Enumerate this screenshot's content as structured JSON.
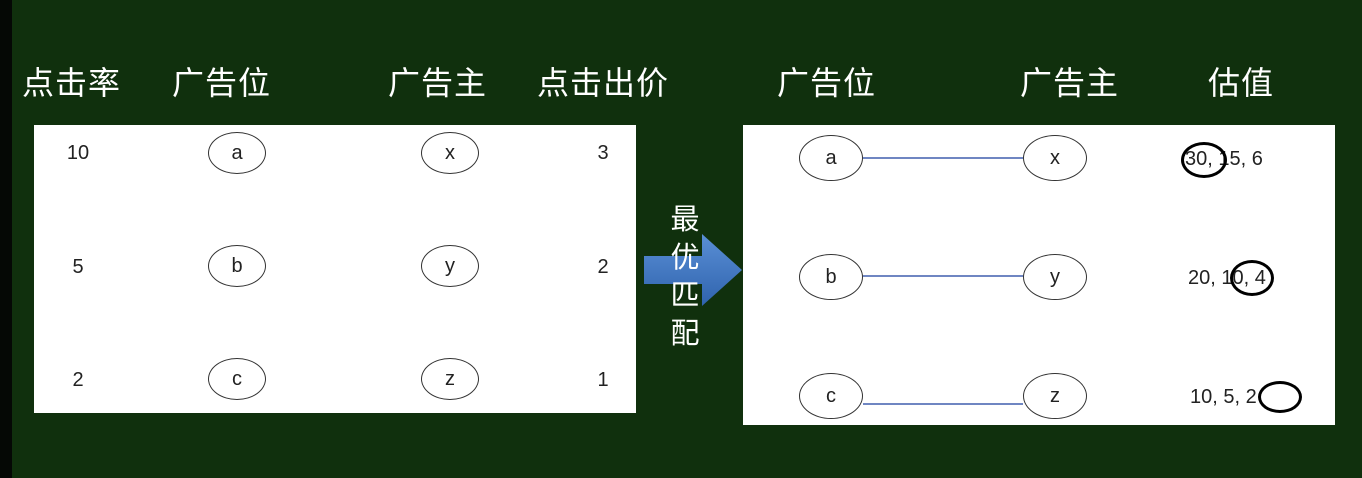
{
  "headers_left": [
    "点击率",
    "广告位",
    "广告主",
    "点击出价"
  ],
  "headers_right": [
    "广告位",
    "广告主",
    "估值"
  ],
  "left_table": {
    "rows": [
      {
        "ctr": "10",
        "slot": "a",
        "advertiser": "x",
        "bid": "3"
      },
      {
        "ctr": "5",
        "slot": "b",
        "advertiser": "y",
        "bid": "2"
      },
      {
        "ctr": "2",
        "slot": "c",
        "advertiser": "z",
        "bid": "1"
      }
    ]
  },
  "arrow_label": [
    "最",
    "优",
    "匹",
    "配"
  ],
  "right_table": {
    "rows": [
      {
        "slot": "a",
        "advertiser": "x",
        "values": [
          "30",
          "15",
          "6"
        ],
        "circled_index": 0
      },
      {
        "slot": "b",
        "advertiser": "y",
        "values": [
          "20",
          "10",
          "4"
        ],
        "circled_index": 1
      },
      {
        "slot": "c",
        "advertiser": "z",
        "values": [
          "10",
          "5",
          "2"
        ],
        "circled_index": 2
      }
    ]
  },
  "colors": {
    "background": "#10300d",
    "edge": "#6f86c2",
    "arrow": "#3f77c4"
  }
}
